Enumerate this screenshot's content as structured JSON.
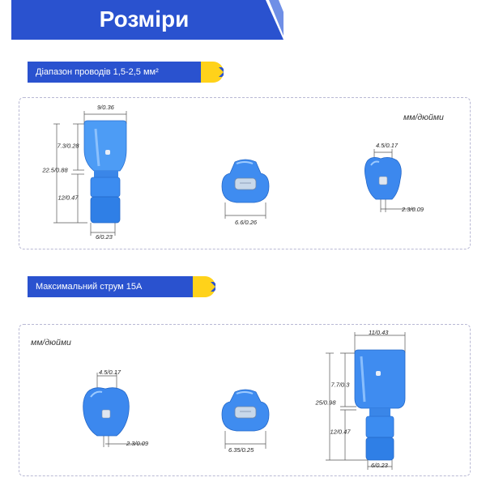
{
  "header": {
    "title": "Розміри"
  },
  "section1": {
    "ribbon_label": "Діапазон проводів 1,5-2,5 мм²",
    "units": "мм/дюйми",
    "part_a": {
      "width_top": "9/0.36",
      "height_top": "7.3/0.28",
      "total": "22.5/0.88",
      "height_bottom": "12/0.47",
      "width_bottom": "6/0.23"
    },
    "part_b": {
      "width": "6.6/0.26"
    },
    "part_c": {
      "top": "4.5/0.17",
      "side": "2.3/0.09"
    }
  },
  "section2": {
    "ribbon_label": "Максимальний струм 15А",
    "units": "мм/дюйми",
    "part_d": {
      "top": "4.5/0.17",
      "side": "2.3/0.09"
    },
    "part_e": {
      "width": "6.35/0.25"
    },
    "part_f": {
      "width_top": "11/0.43",
      "height_top": "7.7/0.3",
      "total": "25/0.98",
      "height_bottom": "12/0.47",
      "width_bottom": "6/0.23"
    }
  },
  "colors": {
    "brand_blue": "#2a52cf",
    "accent_yellow": "#ffd21a",
    "part_blue": "#3a8ef0"
  }
}
